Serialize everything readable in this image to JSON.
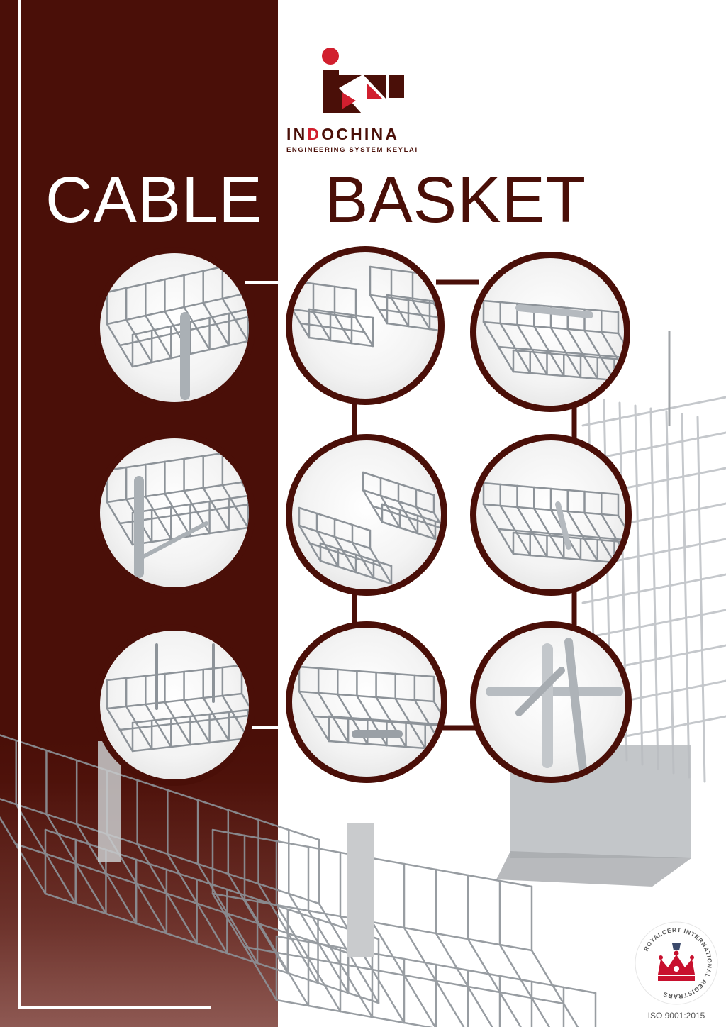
{
  "brand": {
    "name_part1": "IN",
    "name_highlight": "D",
    "name_part2": "OCHINA",
    "tagline": "ENGINEERING SYSTEM KEYLAI"
  },
  "title": {
    "word1": "CABLE",
    "word2": "BASKET"
  },
  "certification": {
    "registrar": "ROYALCERT INTERNATIONAL REGISTRARS",
    "standard": "ISO 9001:2015"
  },
  "products": [
    {
      "icon": "wall-bracket-basket-icon"
    },
    {
      "icon": "splice-connector-icon"
    },
    {
      "icon": "basket-joint-icon"
    },
    {
      "icon": "cantilever-bracket-icon"
    },
    {
      "icon": "basket-bend-icon"
    },
    {
      "icon": "basket-coupler-icon"
    },
    {
      "icon": "threaded-rod-hanger-icon"
    },
    {
      "icon": "center-hanger-icon"
    },
    {
      "icon": "clamp-closeup-icon"
    }
  ],
  "colors": {
    "primary": "#4a0f08",
    "accent": "#d11f2e",
    "wire": "#9aa0a6"
  }
}
